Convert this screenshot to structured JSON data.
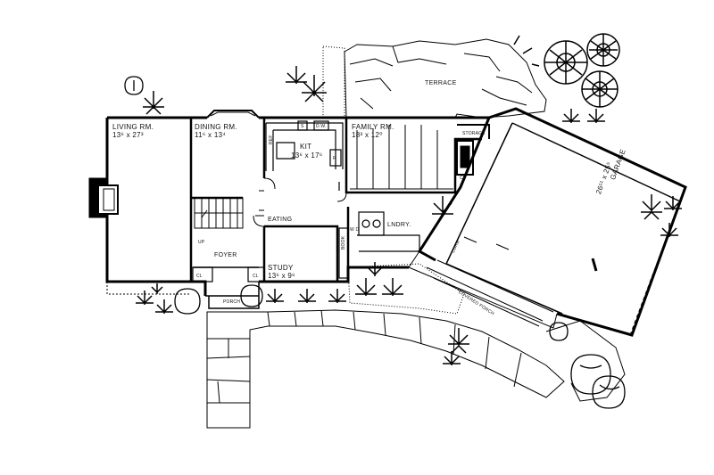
{
  "rooms": {
    "living": {
      "name": "LIVING RM.",
      "dim": "13⁶ x 27³"
    },
    "dining": {
      "name": "DINING RM.",
      "dim": "11⁶ x 13⁴"
    },
    "kitchen": {
      "name": "KIT",
      "dim": "13⁶ x 17⁶"
    },
    "family": {
      "name": "FAMILY RM.",
      "dim": "18³ x 12⁰"
    },
    "garage": {
      "name": "GARAGE",
      "dim": "26¹¹ x 25⁵"
    },
    "study": {
      "name": "STUDY",
      "dim": "13⁶ x 9⁶"
    },
    "terrace": {
      "name": "TERRACE"
    },
    "foyer": {
      "name": "FOYER"
    },
    "eating": {
      "name": "EATING"
    },
    "laundry": {
      "name": "LNDRY."
    },
    "storage": {
      "name": "STORAGE"
    },
    "porch": {
      "name": "PORCH"
    },
    "covered_porch": {
      "name": "COVERED PORCH"
    }
  },
  "fixtures": {
    "closet": "CL",
    "washer_dryer": "W D",
    "sink": "S",
    "dishwasher": "D.W.",
    "range": "R",
    "ref": "REF",
    "book_shelves": "BOOK",
    "curb": "CURB",
    "up": "UP"
  }
}
